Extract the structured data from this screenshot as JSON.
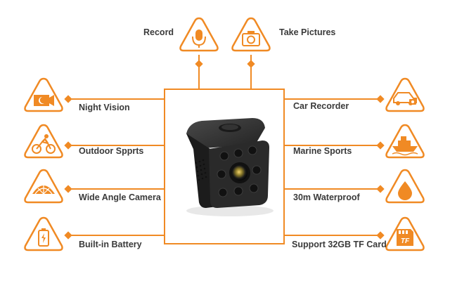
{
  "accent_color": "#f08a24",
  "features": {
    "record": {
      "label": "Record",
      "icon": "microphone-icon"
    },
    "take_pictures": {
      "label": "Take Pictures",
      "icon": "camera-icon"
    },
    "night_vision": {
      "label": "Night Vision",
      "icon": "night-vision-icon"
    },
    "outdoor_sports": {
      "label": "Outdoor Spprts",
      "icon": "cyclist-icon"
    },
    "wide_angle": {
      "label": "Wide Angle Camera",
      "icon": "wide-angle-icon"
    },
    "battery": {
      "label": "Built-in Battery",
      "icon": "battery-icon"
    },
    "car_recorder": {
      "label": "Car Recorder",
      "icon": "car-icon"
    },
    "marine_sports": {
      "label": "Marine Sports",
      "icon": "ship-icon"
    },
    "waterproof": {
      "label": "30m Waterproof",
      "icon": "water-drop-icon"
    },
    "tf_card": {
      "label": "Support 32GB TF Card",
      "icon": "tf-card-icon",
      "card_text": "TF"
    }
  },
  "product": {
    "name": "mini-camera-image"
  }
}
